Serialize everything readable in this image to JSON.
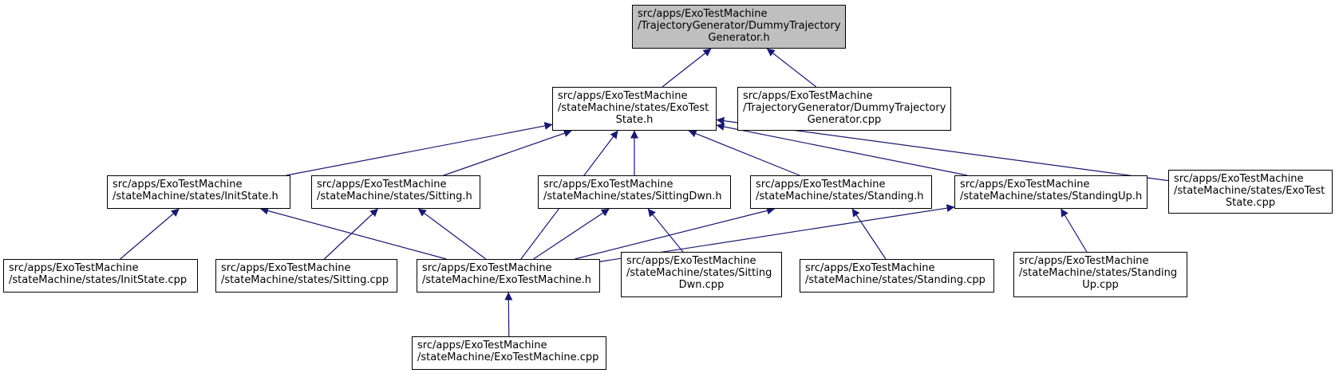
{
  "colors": {
    "edge": "#191970",
    "focus_fill": "#bfbfbf",
    "node_border": "#000000"
  },
  "nodes": {
    "dummy_h": [
      "src/apps/ExoTestMachine",
      "/TrajectoryGenerator/DummyTrajectory",
      "Generator.h"
    ],
    "exoteststate_h": [
      "src/apps/ExoTestMachine",
      "/stateMachine/states/ExoTest",
      "State.h"
    ],
    "dummy_cpp": [
      "src/apps/ExoTestMachine",
      "/TrajectoryGenerator/DummyTrajectory",
      "Generator.cpp"
    ],
    "initstate_h": [
      "src/apps/ExoTestMachine",
      "/stateMachine/states/InitState.h"
    ],
    "sitting_h": [
      "src/apps/ExoTestMachine",
      "/stateMachine/states/Sitting.h"
    ],
    "sittingdwn_h": [
      "src/apps/ExoTestMachine",
      "/stateMachine/states/SittingDwn.h"
    ],
    "standing_h": [
      "src/apps/ExoTestMachine",
      "/stateMachine/states/Standing.h"
    ],
    "standingup_h": [
      "src/apps/ExoTestMachine",
      "/stateMachine/states/StandingUp.h"
    ],
    "exoteststate_cpp": [
      "src/apps/ExoTestMachine",
      "/stateMachine/states/ExoTest",
      "State.cpp"
    ],
    "initstate_cpp": [
      "src/apps/ExoTestMachine",
      "/stateMachine/states/InitState.cpp"
    ],
    "sitting_cpp": [
      "src/apps/ExoTestMachine",
      "/stateMachine/states/Sitting.cpp"
    ],
    "exotestmachine_h": [
      "src/apps/ExoTestMachine",
      "/stateMachine/ExoTestMachine.h"
    ],
    "sittingdwn_cpp": [
      "src/apps/ExoTestMachine",
      "/stateMachine/states/Sitting",
      "Dwn.cpp"
    ],
    "standing_cpp": [
      "src/apps/ExoTestMachine",
      "/stateMachine/states/Standing.cpp"
    ],
    "standingup_cpp": [
      "src/apps/ExoTestMachine",
      "/stateMachine/states/Standing",
      "Up.cpp"
    ],
    "exotestmachine_cpp": [
      "src/apps/ExoTestMachine",
      "/stateMachine/ExoTestMachine.cpp"
    ]
  },
  "edges": [
    {
      "from": "exoteststate_h",
      "to": "dummy_h"
    },
    {
      "from": "dummy_cpp",
      "to": "dummy_h"
    },
    {
      "from": "initstate_h",
      "to": "exoteststate_h"
    },
    {
      "from": "sitting_h",
      "to": "exoteststate_h"
    },
    {
      "from": "exotestmachine_h",
      "to": "exoteststate_h"
    },
    {
      "from": "sittingdwn_h",
      "to": "exoteststate_h"
    },
    {
      "from": "standing_h",
      "to": "exoteststate_h"
    },
    {
      "from": "standingup_h",
      "to": "exoteststate_h"
    },
    {
      "from": "exoteststate_cpp",
      "to": "exoteststate_h"
    },
    {
      "from": "initstate_cpp",
      "to": "initstate_h"
    },
    {
      "from": "exotestmachine_h",
      "to": "initstate_h"
    },
    {
      "from": "sitting_cpp",
      "to": "sitting_h"
    },
    {
      "from": "exotestmachine_h",
      "to": "sitting_h"
    },
    {
      "from": "exotestmachine_h",
      "to": "sittingdwn_h"
    },
    {
      "from": "sittingdwn_cpp",
      "to": "sittingdwn_h"
    },
    {
      "from": "exotestmachine_h",
      "to": "standing_h"
    },
    {
      "from": "standing_cpp",
      "to": "standing_h"
    },
    {
      "from": "exotestmachine_h",
      "to": "standingup_h"
    },
    {
      "from": "standingup_cpp",
      "to": "standingup_h"
    },
    {
      "from": "exotestmachine_cpp",
      "to": "exotestmachine_h"
    }
  ]
}
